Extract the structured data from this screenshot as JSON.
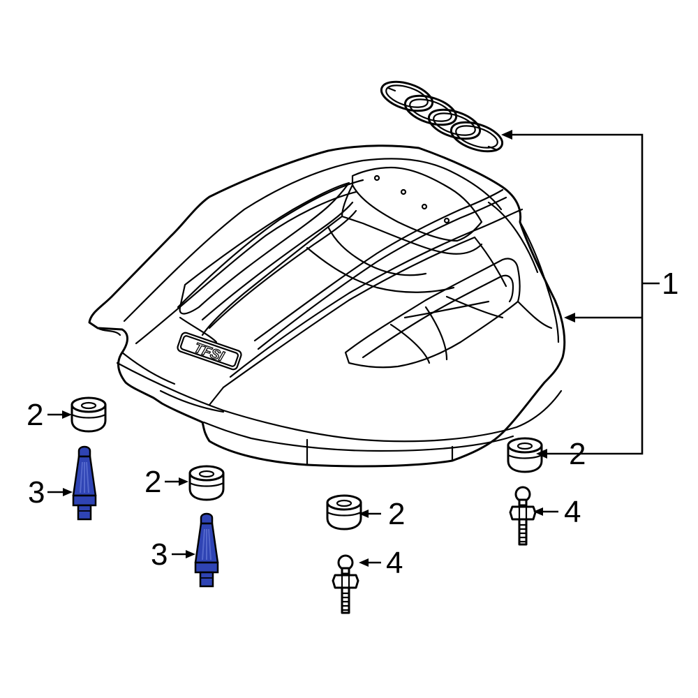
{
  "callouts": {
    "c1": "1",
    "c2a": "2",
    "c2b": "2",
    "c2c": "2",
    "c2d": "2",
    "c3a": "3",
    "c3b": "3",
    "c4a": "4",
    "c4b": "4"
  },
  "emblem_text": "TFSI",
  "colors": {
    "highlight": "#2f44b4",
    "highlight_light": "#5468cc",
    "line": "#000000",
    "background": "#ffffff"
  }
}
